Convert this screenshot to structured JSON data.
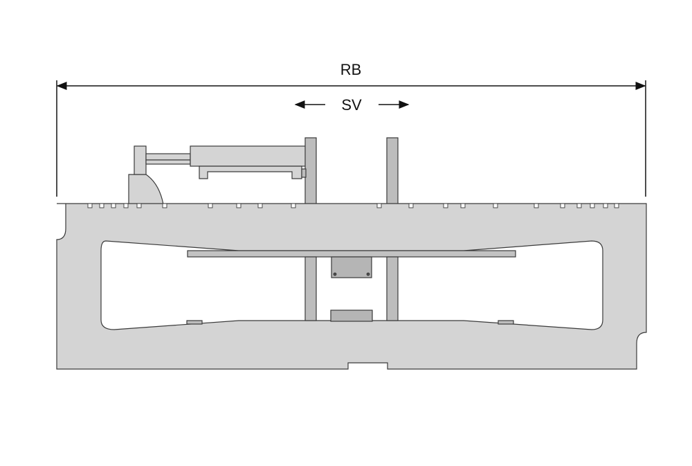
{
  "labels": {
    "overall_width": "RB",
    "shift_range": "SV"
  },
  "colors": {
    "body_fill": "#d4d4d4",
    "outline": "#3a3a3a",
    "dark_part": "#b9b9b9",
    "dimension_line": "#111111",
    "background": "#ffffff"
  },
  "icons": {
    "rb_arrows": "double-headed-arrow",
    "sv_arrows": "left-right-arrows"
  }
}
